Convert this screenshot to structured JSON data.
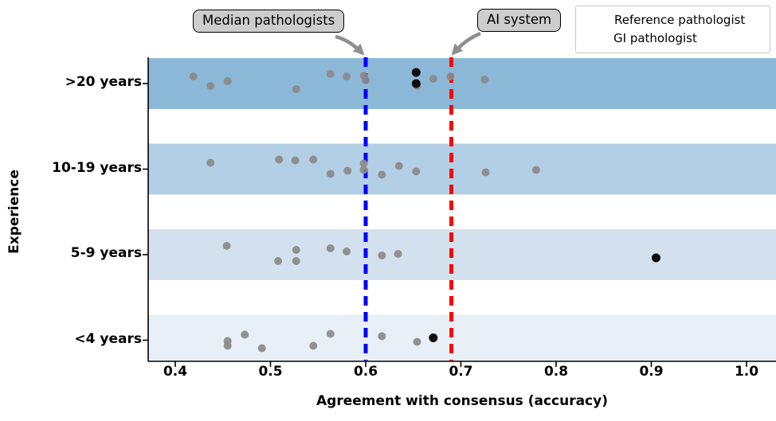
{
  "chart_data": {
    "type": "scatter",
    "title": "",
    "xlabel": "Agreement with consensus (accuracy)",
    "ylabel": "Experience",
    "xlim": [
      0.372,
      1.031
    ],
    "xticks": [
      0.4,
      0.5,
      0.6,
      0.7,
      0.8,
      0.9,
      1.0
    ],
    "grid": false,
    "categories": [
      ">20 years",
      "10-19 years",
      "5-9 years",
      "<4 years"
    ],
    "band_colors": [
      "#8cb8d8",
      "#b3cfe5",
      "#d3e1ee",
      "#e9eff7"
    ],
    "reference_lines": [
      {
        "label": "Median pathologists",
        "value": 0.6,
        "color": "#0000ff"
      },
      {
        "label": "AI system",
        "value": 0.69,
        "color": "#ff0000"
      }
    ],
    "series": [
      {
        "name": "GI pathologist",
        "color": "#8a8a8a",
        "points": [
          [
            0,
            0.419,
            -9
          ],
          [
            0,
            0.437,
            3
          ],
          [
            0,
            0.455,
            -3
          ],
          [
            0,
            0.527,
            7
          ],
          [
            0,
            0.563,
            -12
          ],
          [
            0,
            0.58,
            -9
          ],
          [
            0,
            0.598,
            -10
          ],
          [
            0,
            0.6,
            -4
          ],
          [
            0,
            0.654,
            3
          ],
          [
            0,
            0.671,
            -6
          ],
          [
            0,
            0.689,
            -9
          ],
          [
            0,
            0.725,
            -5
          ],
          [
            1,
            0.437,
            -8
          ],
          [
            1,
            0.509,
            -12
          ],
          [
            1,
            0.526,
            -11
          ],
          [
            1,
            0.545,
            -12
          ],
          [
            1,
            0.563,
            6
          ],
          [
            1,
            0.581,
            2
          ],
          [
            1,
            0.598,
            -7
          ],
          [
            1,
            0.598,
            1
          ],
          [
            1,
            0.617,
            7
          ],
          [
            1,
            0.635,
            -4
          ],
          [
            1,
            0.653,
            3
          ],
          [
            1,
            0.726,
            4
          ],
          [
            1,
            0.779,
            1
          ],
          [
            2,
            0.454,
            -11
          ],
          [
            2,
            0.508,
            8
          ],
          [
            2,
            0.527,
            -6
          ],
          [
            2,
            0.527,
            8
          ],
          [
            2,
            0.563,
            -8
          ],
          [
            2,
            0.58,
            -4
          ],
          [
            2,
            0.617,
            1
          ],
          [
            2,
            0.634,
            -1
          ],
          [
            3,
            0.455,
            1
          ],
          [
            3,
            0.455,
            7
          ],
          [
            3,
            0.473,
            -7
          ],
          [
            3,
            0.491,
            10
          ],
          [
            3,
            0.545,
            7
          ],
          [
            3,
            0.563,
            -8
          ],
          [
            3,
            0.617,
            -5
          ],
          [
            3,
            0.654,
            2
          ]
        ]
      },
      {
        "name": "Reference pathologist",
        "color": "#0d0d0d",
        "points": [
          [
            0,
            0.653,
            -14
          ],
          [
            0,
            0.653,
            0
          ],
          [
            2,
            0.905,
            4
          ],
          [
            3,
            0.671,
            -3
          ]
        ]
      }
    ]
  },
  "legend": {
    "items": [
      {
        "label": "Reference pathologist",
        "color": "#0d0d0d"
      },
      {
        "label": "GI pathologist",
        "color": "#8a8a8a"
      }
    ]
  },
  "annotations": {
    "median_label": "Median pathologists",
    "ai_label": "AI system"
  }
}
